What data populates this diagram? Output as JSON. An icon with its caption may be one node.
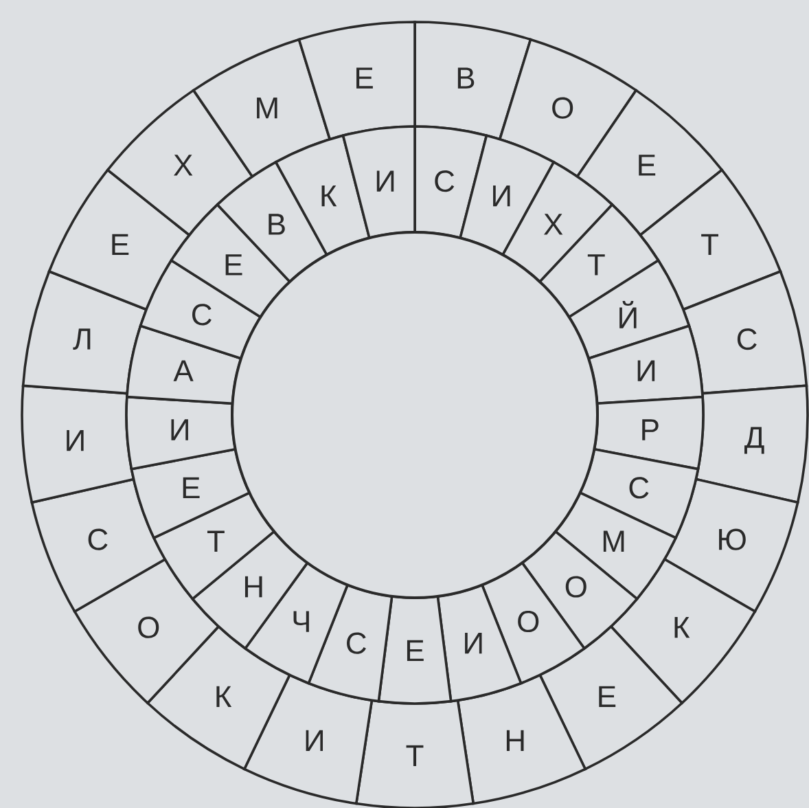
{
  "diagram": {
    "nodes": [
      {
        "text": [
          "В"
        ]
      },
      {
        "text": [
          "О"
        ]
      },
      {
        "text": [
          "Е"
        ]
      },
      {
        "text": [
          "Т"
        ]
      },
      {
        "text": [
          "С"
        ]
      },
      {
        "text": [
          "Д"
        ]
      },
      {
        "text": [
          "Ю"
        ]
      },
      {
        "text": [
          "К"
        ]
      },
      {
        "text": [
          "Е"
        ]
      },
      {
        "text": [
          "Н"
        ]
      },
      {
        "text": [
          "Т"
        ]
      },
      {
        "text": [
          "И"
        ]
      },
      {
        "text": [
          "К"
        ]
      },
      {
        "text": [
          "О"
        ]
      },
      {
        "text": [
          "С"
        ]
      },
      {
        "text": [
          "И"
        ]
      },
      {
        "text": [
          "Л"
        ]
      },
      {
        "text": [
          "Е"
        ]
      },
      {
        "text": [
          "Х"
        ]
      },
      {
        "text": [
          "М"
        ]
      },
      {
        "text": [
          "Е"
        ]
      },
      {
        "text": [
          "С"
        ]
      },
      {
        "text": [
          "И"
        ]
      },
      {
        "text": [
          "Х"
        ]
      },
      {
        "text": [
          "Т"
        ]
      },
      {
        "text": [
          "Й"
        ]
      },
      {
        "text": [
          "И"
        ]
      },
      {
        "text": [
          "Р"
        ]
      },
      {
        "text": [
          "С"
        ]
      },
      {
        "text": [
          "М"
        ]
      },
      {
        "text": [
          "О"
        ]
      },
      {
        "text": [
          "О"
        ]
      },
      {
        "text": [
          "И"
        ]
      },
      {
        "text": [
          "Е"
        ]
      },
      {
        "text": [
          "С"
        ]
      },
      {
        "text": [
          "Ч"
        ]
      },
      {
        "text": [
          "Н"
        ]
      },
      {
        "text": [
          "Т"
        ]
      },
      {
        "text": [
          "Е"
        ]
      },
      {
        "text": [
          "И"
        ]
      },
      {
        "text": [
          "А"
        ]
      },
      {
        "text": [
          "С"
        ]
      },
      {
        "text": [
          "Е"
        ]
      },
      {
        "text": [
          "В"
        ]
      },
      {
        "text": [
          "К"
        ]
      },
      {
        "text": [
          "И"
        ]
      },
      {
        "text": [],
        "shape": "circle"
      }
    ]
  }
}
